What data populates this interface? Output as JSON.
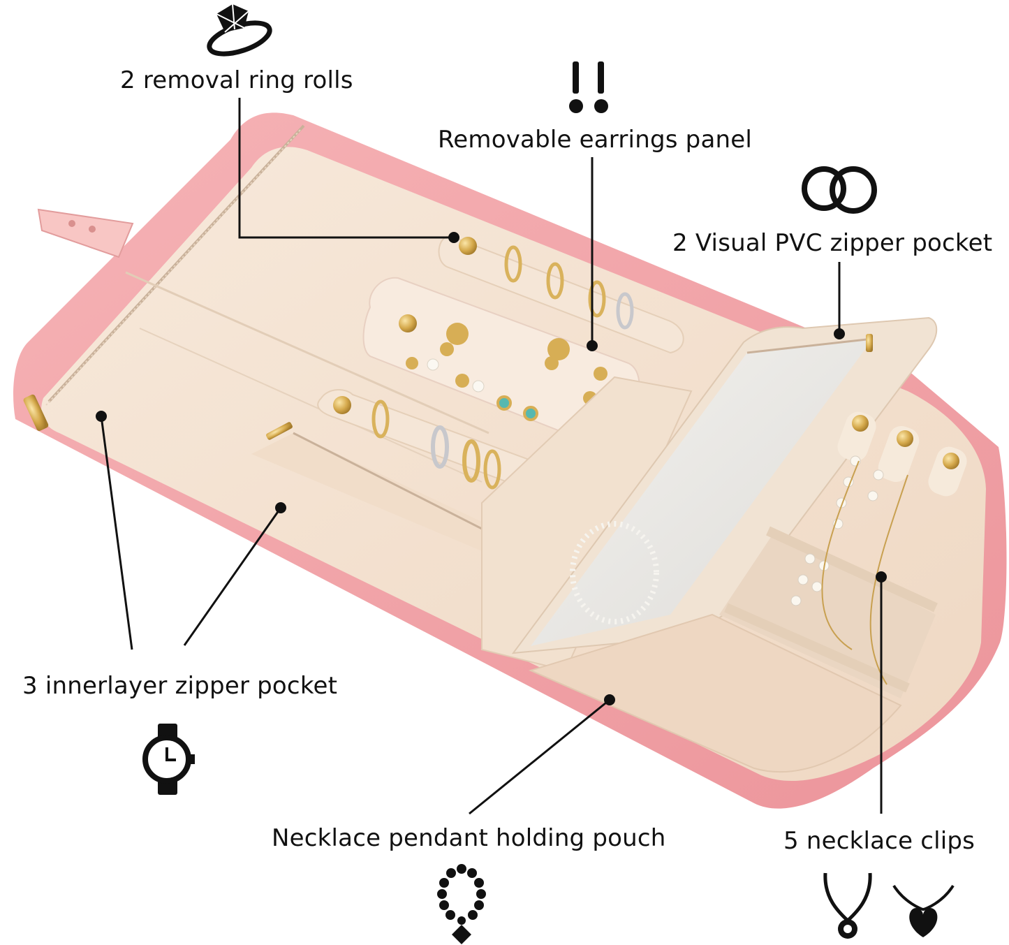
{
  "callouts": {
    "ring_rolls": "2 removal ring rolls",
    "earrings_panel": "Removable earrings panel",
    "pvc_pocket": "2 Visual PVC zipper pocket",
    "innerlayer_pocket": "3 innerlayer zipper pocket",
    "pendant_pouch": "Necklace pendant holding pouch",
    "necklace_clips": "5 necklace clips"
  },
  "icons": [
    "ring-icon",
    "earrings-icon",
    "hoop-earrings-icon",
    "watch-icon",
    "bead-necklace-icon",
    "pendant-necklace-icon",
    "heart-necklace-icon"
  ],
  "colors": {
    "case_pink": "#f2a4a8",
    "lining_cream": "#f4e3d3",
    "pocket_cream": "#efd9c5",
    "gold": "#d8b15c",
    "text": "#111111"
  }
}
